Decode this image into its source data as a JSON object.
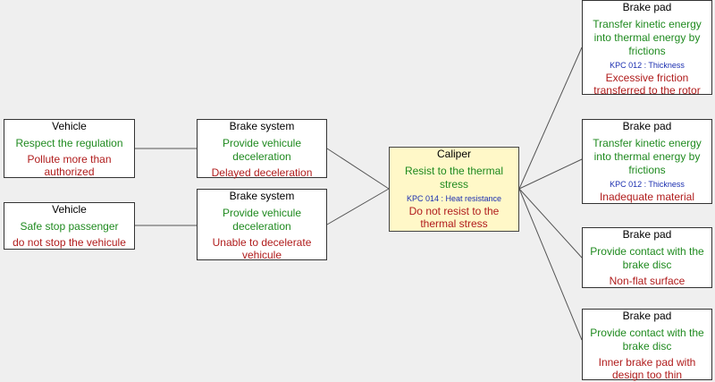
{
  "nodes": {
    "vehicle1": {
      "title": "Vehicle",
      "function": "Respect the regulation",
      "failure": "Pollute more than authorized"
    },
    "vehicle2": {
      "title": "Vehicle",
      "function": "Safe stop passenger",
      "failure": "do not stop the vehicule"
    },
    "brake1": {
      "title": "Brake system",
      "function": "Provide vehicule deceleration",
      "failure": "Delayed deceleration"
    },
    "brake2": {
      "title": "Brake system",
      "function": "Provide vehicule deceleration",
      "failure": "Unable to decelerate vehicule"
    },
    "caliper": {
      "title": "Caliper",
      "function": "Resist to the thermal stress",
      "kpc": "KPC 014 : Heat resistance",
      "failure": "Do not resist to the thermal stress"
    },
    "pad1": {
      "title": "Brake pad",
      "function": "Transfer kinetic energy into thermal energy by frictions",
      "kpc": "KPC 012 : Thickness",
      "failure": "Excessive friction transferred to the rotor"
    },
    "pad2": {
      "title": "Brake pad",
      "function": "Transfer kinetic energy into thermal energy by frictions",
      "kpc": "KPC 012 : Thickness",
      "failure": "Inadequate material"
    },
    "pad3": {
      "title": "Brake pad",
      "function": "Provide contact with the brake disc",
      "failure": "Non-flat surface"
    },
    "pad4": {
      "title": "Brake pad",
      "function": "Provide contact with the brake disc",
      "failure": "Inner brake pad with design too thin"
    }
  },
  "colors": {
    "function": "#1f8a1f",
    "failure": "#b01c1c",
    "kpc": "#1b2fb0",
    "focus_fill": "#fff8c8",
    "line": "#555555"
  }
}
